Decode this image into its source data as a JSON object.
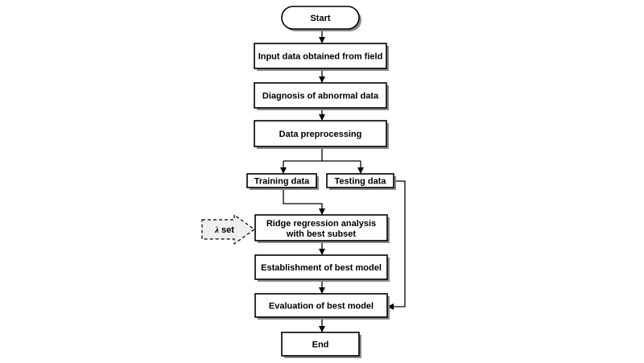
{
  "diagram": {
    "nodes": {
      "start": "Start",
      "input": "Input data obtained from field",
      "diagnosis": "Diagnosis of abnormal data",
      "preprocessing": "Data preprocessing",
      "training": "Training data",
      "testing": "Testing data",
      "ridge_line1": "Ridge regression analysis",
      "ridge_line2": "with best subset",
      "establishment": "Establishment of best model",
      "evaluation": "Evaluation of best model",
      "end": "End"
    },
    "lambda_input": {
      "symbol": "λ",
      "label": "set"
    }
  }
}
